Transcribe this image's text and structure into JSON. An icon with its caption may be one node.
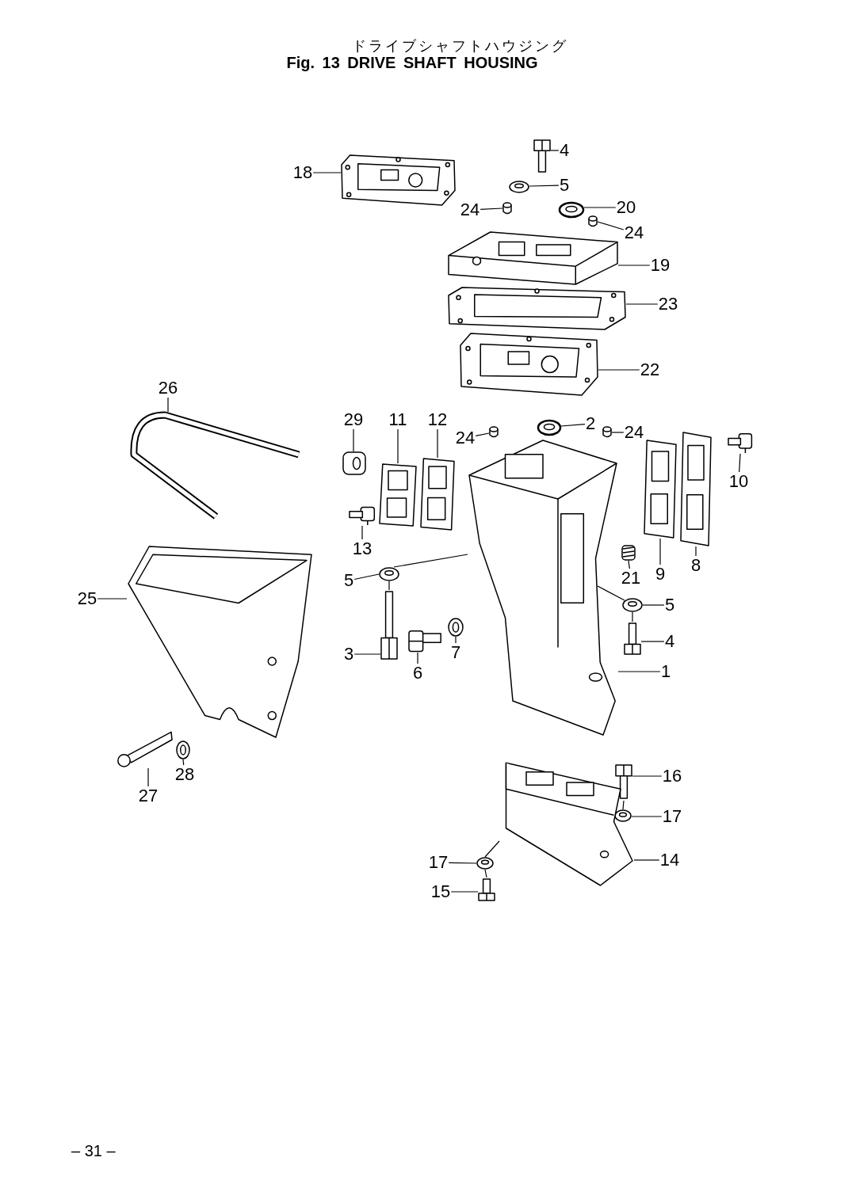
{
  "diagram": {
    "title": "Fig. 13 DRIVE SHAFT HOUSING",
    "nodes": [
      {
        "text": [
          "18"
        ]
      },
      {
        "text": [],
        "shape": "picture"
      },
      {
        "text": [
          "4"
        ]
      },
      {
        "text": [],
        "shape": "picture"
      },
      {
        "text": [
          "5"
        ]
      },
      {
        "text": [],
        "shape": "picture"
      },
      {
        "text": [
          "24"
        ]
      },
      {
        "text": [],
        "shape": "cylinder"
      },
      {
        "text": [
          "20"
        ]
      },
      {
        "text": [],
        "shape": "picture"
      },
      {
        "text": [
          "24"
        ]
      },
      {
        "text": [],
        "shape": "cylinder"
      },
      {
        "text": [
          "19"
        ]
      },
      {
        "text": [],
        "shape": "picture"
      },
      {
        "text": [
          "23"
        ]
      },
      {
        "text": [],
        "shape": "picture"
      },
      {
        "text": [
          "22"
        ]
      },
      {
        "text": [],
        "shape": "picture"
      },
      {
        "text": [
          "26"
        ]
      },
      {
        "text": [],
        "shape": "picture"
      },
      {
        "text": [
          "29"
        ]
      },
      {
        "text": [],
        "shape": "picture"
      },
      {
        "text": [
          "11"
        ]
      },
      {
        "text": [],
        "shape": "picture"
      },
      {
        "text": [
          "12"
        ]
      },
      {
        "text": [],
        "shape": "picture"
      },
      {
        "text": [
          "2"
        ]
      },
      {
        "text": [],
        "shape": "picture"
      },
      {
        "text": [
          "24"
        ]
      },
      {
        "text": [],
        "shape": "cylinder"
      },
      {
        "text": [
          "24"
        ]
      },
      {
        "text": [],
        "shape": "cylinder"
      },
      {
        "text": [
          "10"
        ]
      },
      {
        "text": [],
        "shape": "picture"
      },
      {
        "text": [
          "13"
        ]
      },
      {
        "text": [],
        "shape": "picture"
      },
      {
        "text": [
          "9"
        ]
      },
      {
        "text": [],
        "shape": "picture"
      },
      {
        "text": [
          "8"
        ]
      },
      {
        "text": [],
        "shape": "picture"
      },
      {
        "text": [
          "21"
        ]
      },
      {
        "text": [],
        "shape": "picture"
      },
      {
        "text": [
          "5"
        ]
      },
      {
        "text": [],
        "shape": "picture"
      },
      {
        "text": [
          "25"
        ]
      },
      {
        "text": [],
        "shape": "picture"
      },
      {
        "text": [
          "5"
        ]
      },
      {
        "text": [],
        "shape": "picture"
      },
      {
        "text": [
          "7"
        ]
      },
      {
        "text": [],
        "shape": "picture"
      },
      {
        "text": [
          "4"
        ]
      },
      {
        "text": [],
        "shape": "picture"
      },
      {
        "text": [
          "3"
        ]
      },
      {
        "text": [],
        "shape": "picture"
      },
      {
        "text": [
          "6"
        ]
      },
      {
        "text": [],
        "shape": "picture"
      },
      {
        "text": [
          "1"
        ]
      },
      {
        "text": [],
        "shape": "picture"
      },
      {
        "text": [
          "16"
        ]
      },
      {
        "text": [],
        "shape": "picture"
      },
      {
        "text": [
          "28"
        ]
      },
      {
        "text": [],
        "shape": "picture"
      },
      {
        "text": [
          "27"
        ]
      },
      {
        "text": [],
        "shape": "picture"
      },
      {
        "text": [
          "17"
        ]
      },
      {
        "text": [],
        "shape": "picture"
      },
      {
        "text": [
          "17"
        ]
      },
      {
        "text": [],
        "shape": "picture"
      },
      {
        "text": [
          "14"
        ]
      },
      {
        "text": [],
        "shape": "picture"
      },
      {
        "text": [
          "15"
        ]
      },
      {
        "text": [],
        "shape": "picture"
      }
    ],
    "edges": [
      {
        "from": 0,
        "to": 1,
        "arrow": "none"
      },
      {
        "from": 2,
        "to": 3,
        "arrow": "none"
      },
      {
        "from": 4,
        "to": 5,
        "arrow": "none"
      },
      {
        "from": 6,
        "to": 7,
        "arrow": "none"
      },
      {
        "from": 8,
        "to": 9,
        "arrow": "none"
      },
      {
        "from": 10,
        "to": 11,
        "arrow": "none"
      },
      {
        "from": 12,
        "to": 13,
        "arrow": "none"
      },
      {
        "from": 14,
        "to": 15,
        "arrow": "none"
      },
      {
        "from": 16,
        "to": 17,
        "arrow": "none"
      },
      {
        "from": 18,
        "to": 19,
        "arrow": "none"
      },
      {
        "from": 20,
        "to": 21,
        "arrow": "none"
      },
      {
        "from": 22,
        "to": 23,
        "arrow": "none"
      },
      {
        "from": 24,
        "to": 25,
        "arrow": "none"
      },
      {
        "from": 26,
        "to": 27,
        "arrow": "none"
      },
      {
        "from": 28,
        "to": 29,
        "arrow": "none"
      },
      {
        "from": 30,
        "to": 31,
        "arrow": "none"
      },
      {
        "from": 32,
        "to": 33,
        "arrow": "none"
      },
      {
        "from": 34,
        "to": 35,
        "arrow": "none"
      },
      {
        "from": 36,
        "to": 37,
        "arrow": "none"
      },
      {
        "from": 38,
        "to": 39,
        "arrow": "none"
      },
      {
        "from": 40,
        "to": 41,
        "arrow": "none"
      },
      {
        "from": 42,
        "to": 43,
        "arrow": "none"
      },
      {
        "from": 44,
        "to": 45,
        "arrow": "none"
      },
      {
        "from": 46,
        "to": 47,
        "arrow": "none"
      },
      {
        "from": 48,
        "to": 49,
        "arrow": "none"
      },
      {
        "from": 50,
        "to": 51,
        "arrow": "none"
      },
      {
        "from": 52,
        "to": 53,
        "arrow": "none"
      },
      {
        "from": 54,
        "to": 55,
        "arrow": "none"
      },
      {
        "from": 56,
        "to": 57,
        "arrow": "none"
      },
      {
        "from": 58,
        "to": 59,
        "arrow": "none"
      },
      {
        "from": 60,
        "to": 61,
        "arrow": "none"
      },
      {
        "from": 62,
        "to": 63,
        "arrow": "none"
      },
      {
        "from": 64,
        "to": 65,
        "arrow": "none"
      },
      {
        "from": 66,
        "to": 67,
        "arrow": "none"
      },
      {
        "from": 68,
        "to": 69,
        "arrow": "none"
      },
      {
        "from": 70,
        "to": 71,
        "arrow": "none"
      },
      {
        "from": 43,
        "to": 57,
        "arrow": "none"
      },
      {
        "from": 47,
        "to": 57,
        "arrow": "none"
      },
      {
        "from": 67,
        "to": 69,
        "arrow": "none"
      },
      {
        "from": 43,
        "to": 53,
        "arrow": "none"
      },
      {
        "from": 47,
        "to": 51,
        "arrow": "none"
      },
      {
        "from": 67,
        "to": 71,
        "arrow": "none"
      },
      {
        "from": 59,
        "to": 65,
        "arrow": "none"
      }
    ],
    "labels": [
      "ドライブシャフトハウジング",
      "– 31 –"
    ]
  }
}
